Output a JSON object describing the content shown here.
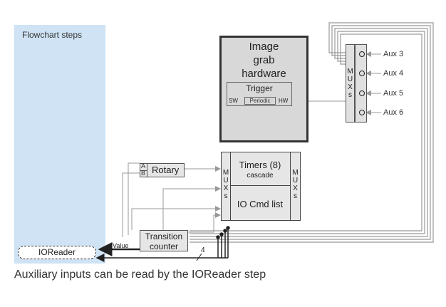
{
  "panel_label": "Flowchart steps",
  "grab": {
    "title_line1": "Image",
    "title_line2": "grab",
    "title_line3": "hardware",
    "trigger": "Trigger",
    "sw": "SW",
    "periodic": "Periodic",
    "hw": "HW"
  },
  "mux_letters": [
    "M",
    "U",
    "X",
    "s"
  ],
  "aux_labels": [
    "Aux 3",
    "Aux 4",
    "Aux 5",
    "Aux 6"
  ],
  "rotary": {
    "a": "A",
    "b": "B",
    "label": "Rotary"
  },
  "timers": {
    "title": "Timers (8)",
    "subtitle": "cascade",
    "iocmd": "IO Cmd list"
  },
  "transition": {
    "line1": "Transition",
    "line2": "counter"
  },
  "value_label": "Value",
  "bus_width": "4",
  "ioreader_label": "IOReader",
  "caption": "Auxiliary inputs can be read by the IOReader step",
  "colors": {
    "panel": "#cfe3f4",
    "line": "#999999",
    "dark": "#333333"
  }
}
